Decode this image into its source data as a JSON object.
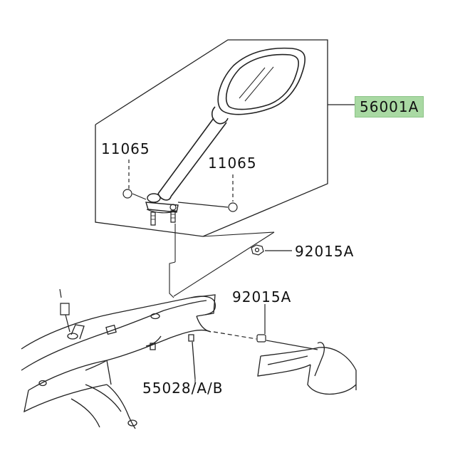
{
  "parts": {
    "mirror_assembly": "56001A",
    "rubber_cap_left": "11065",
    "rubber_cap_right": "11065",
    "nut_upper": "92015A",
    "nut_lower": "92015A",
    "clip": "55028/A/B"
  },
  "colors": {
    "highlight_fill": "#a9d9a3",
    "line": "#222222"
  },
  "icons": [
    "mirror-icon",
    "rubber-cap-icon",
    "nut-icon",
    "clip-icon",
    "cowl-icon"
  ]
}
